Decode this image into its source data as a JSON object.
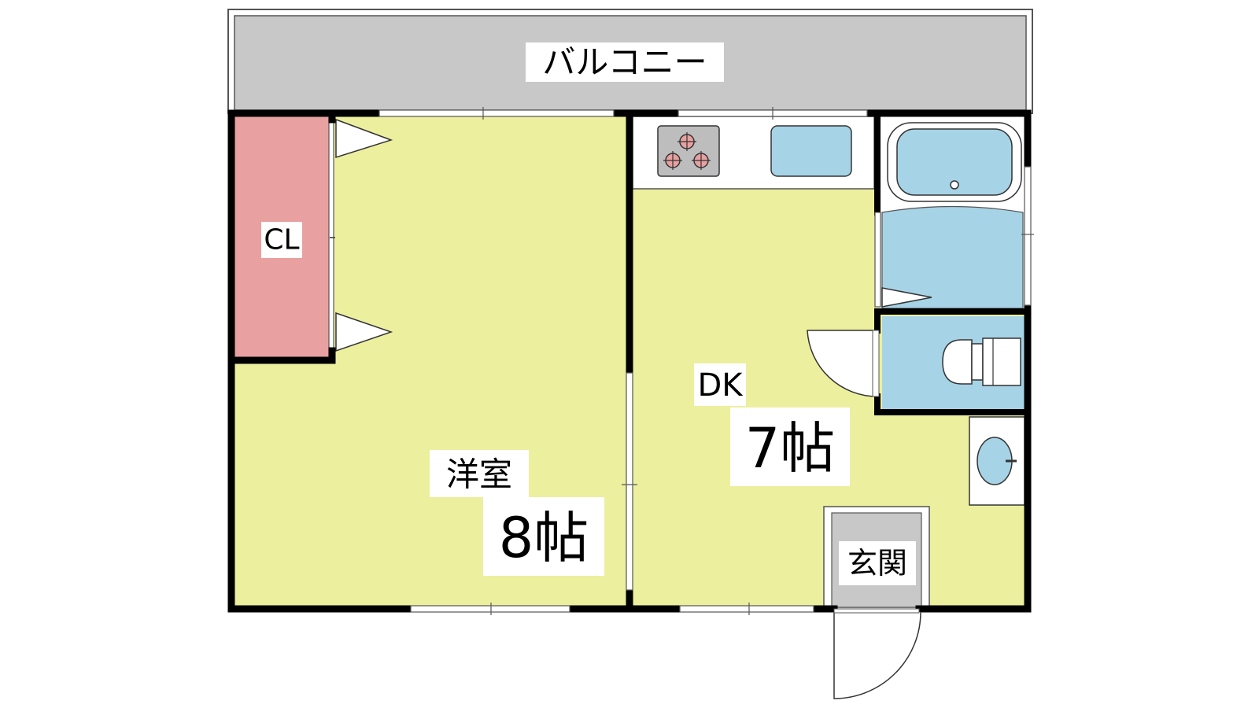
{
  "labels": {
    "balcony": "バルコニー",
    "closet": "CL",
    "western_room": "洋室",
    "western_room_size": "8帖",
    "dining_kitchen": "DK",
    "dining_kitchen_size": "7帖",
    "entrance": "玄関"
  },
  "colors": {
    "balcony": "#c8c8c8",
    "room_floor": "#ecef9e",
    "closet": "#e8a0a0",
    "water": "#a6d3e6",
    "entrance": "#c8c8c8",
    "stove_plate": "#bdbdbd",
    "burner": "#e8a0a0",
    "wall": "#000000"
  },
  "icons": {
    "stove": "stove-icon",
    "sink": "sink-icon",
    "bathtub": "bathtub-icon",
    "toilet": "toilet-icon",
    "washbasin": "washbasin-icon"
  }
}
